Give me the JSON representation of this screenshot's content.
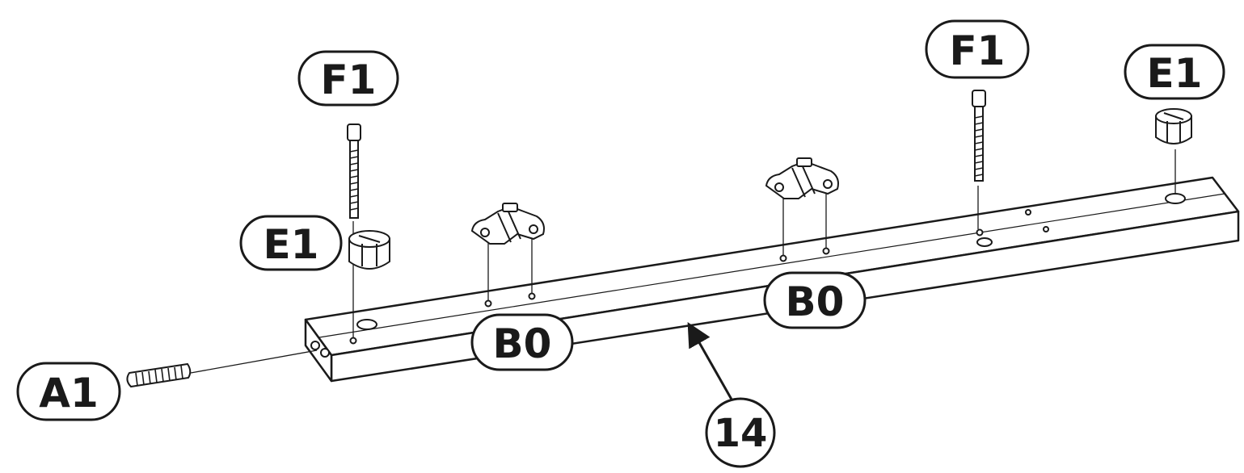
{
  "labels": {
    "f1_left": "F1",
    "e1_left": "E1",
    "a1": "A1",
    "b0_left": "B0",
    "b0_right": "B0",
    "f1_right": "F1",
    "e1_right": "E1",
    "part_14": "14"
  },
  "colors": {
    "stroke": "#1a1a1a",
    "background": "#ffffff",
    "part_fill": "#e9e9e9"
  }
}
